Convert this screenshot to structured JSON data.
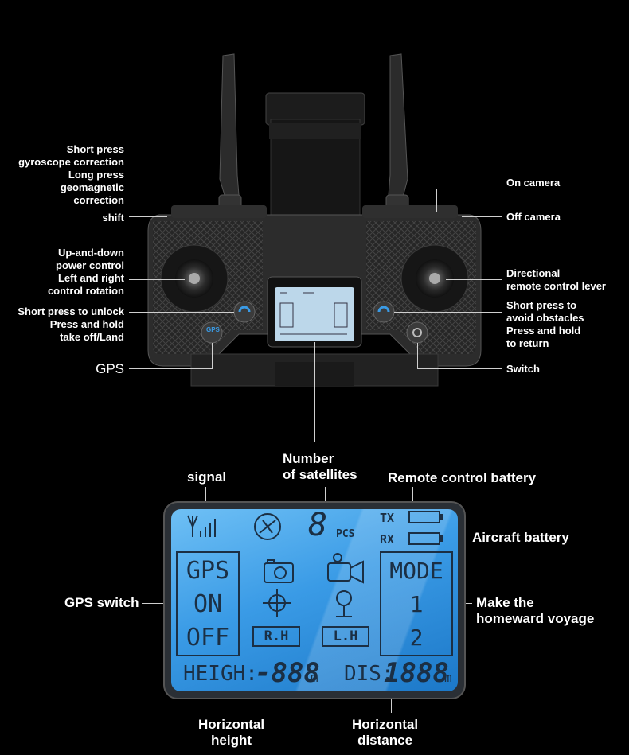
{
  "controller": {
    "labels_left": {
      "gyro": [
        "Short press",
        "gyroscope correction",
        "Long press",
        "geomagnetic",
        "correction"
      ],
      "shift": "shift",
      "updown": [
        "Up-and-down",
        "power control",
        "Left and right",
        "control rotation"
      ],
      "unlock": [
        "Short press to unlock",
        "Press and hold",
        "take off/Land"
      ],
      "gps": "GPS"
    },
    "labels_right": {
      "on_camera": "On camera",
      "off_camera": "Off camera",
      "directional": [
        "Directional",
        "remote control lever"
      ],
      "return": [
        "Short press to",
        "avoid obstacles",
        "Press and hold",
        "to return"
      ],
      "switch": "Switch"
    },
    "gps_button_text": "GPS"
  },
  "display_callouts": {
    "signal": "signal",
    "satellites": [
      "Number",
      "of satellites"
    ],
    "rc_battery": "Remote control battery",
    "aircraft_battery": "Aircraft battery",
    "gps_switch": "GPS switch",
    "homeward": [
      "Make the",
      "homeward voyage"
    ],
    "height": [
      "Horizontal",
      "height"
    ],
    "distance": [
      "Horizontal",
      "distance"
    ]
  },
  "lcd": {
    "pcs": "PCS",
    "tx": "TX",
    "rx": "RX",
    "gps_box": [
      "GPS",
      "ON",
      "OFF"
    ],
    "mode_box": [
      "MODE",
      "1",
      "2"
    ],
    "rh": "R.H",
    "lh": "L.H",
    "height_label": "HEIGH:",
    "height_value": "-888",
    "height_unit": "m",
    "dis_label": "DIS:",
    "dis_value": "1888",
    "dis_unit": "m",
    "sat_value": "8"
  },
  "colors": {
    "lcd_blue": "#2f8fd8",
    "lcd_light": "#8fd0ff",
    "lcd_ink": "#1b2f44",
    "controller_body": "#2a2a2a",
    "accent_blue": "#3a9be6"
  }
}
